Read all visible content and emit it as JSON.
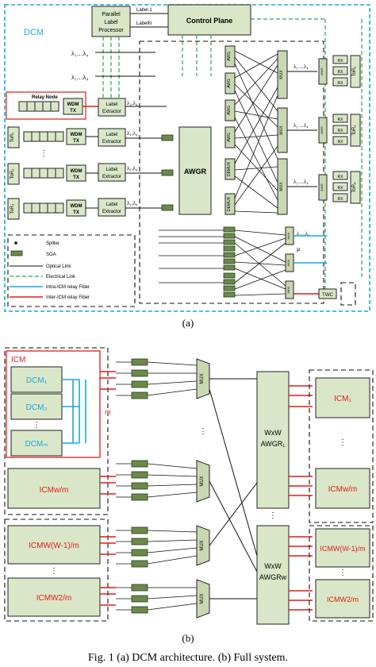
{
  "diagram_a": {
    "region_label": "DCM",
    "parallel_label_processor": [
      "Parallel",
      "Label",
      "Processor"
    ],
    "label1": "Label 1",
    "labeln": "LabelN",
    "control_plane": "Control Plane",
    "relay_node": "Relay Node",
    "wdm_tx": [
      "WDM",
      "TX"
    ],
    "label_extractor": [
      "Label",
      "Extractor"
    ],
    "tor_labels": [
      "ToR₁",
      "ToR₂",
      "ToR₃",
      "ToR₄"
    ],
    "awgr": "AWGR",
    "awg": "AWG",
    "mux": "MUX",
    "demux": "DEMUX",
    "rx_label": "RX",
    "twc": "TWC",
    "lambda_range": "λ₁…λ₄",
    "lambda_range_short": "λ₁,λ₄",
    "mu": "μ",
    "legend": [
      "Spliter",
      "SOA",
      "Optical Link",
      "Electrical Link",
      "Intra-ICM relay Fiber",
      "Inter-ICM relay Fiber"
    ],
    "caption": "(a)"
  },
  "diagram_b": {
    "icm": "ICM",
    "dcm_items": [
      "DCM₁",
      "DCM₂",
      "DCMₘ"
    ],
    "m_label": "m",
    "icm_left": [
      "ICM",
      "ICMW(W-1)/m",
      "ICMW2/m"
    ],
    "icm_w_m": "ICMw/m",
    "icm_right": [
      "ICM₁",
      "ICMw/m",
      "ICMW(W-1)/m",
      "ICMW2/m"
    ],
    "mux": "MUX",
    "awgr_top": [
      "WxW",
      "AWGR₁"
    ],
    "awgr_bottom": [
      "WxW",
      "AWGRw"
    ],
    "caption": "(b)"
  },
  "figure_caption": "Fig. 1 (a) DCM architecture. (b) Full system."
}
